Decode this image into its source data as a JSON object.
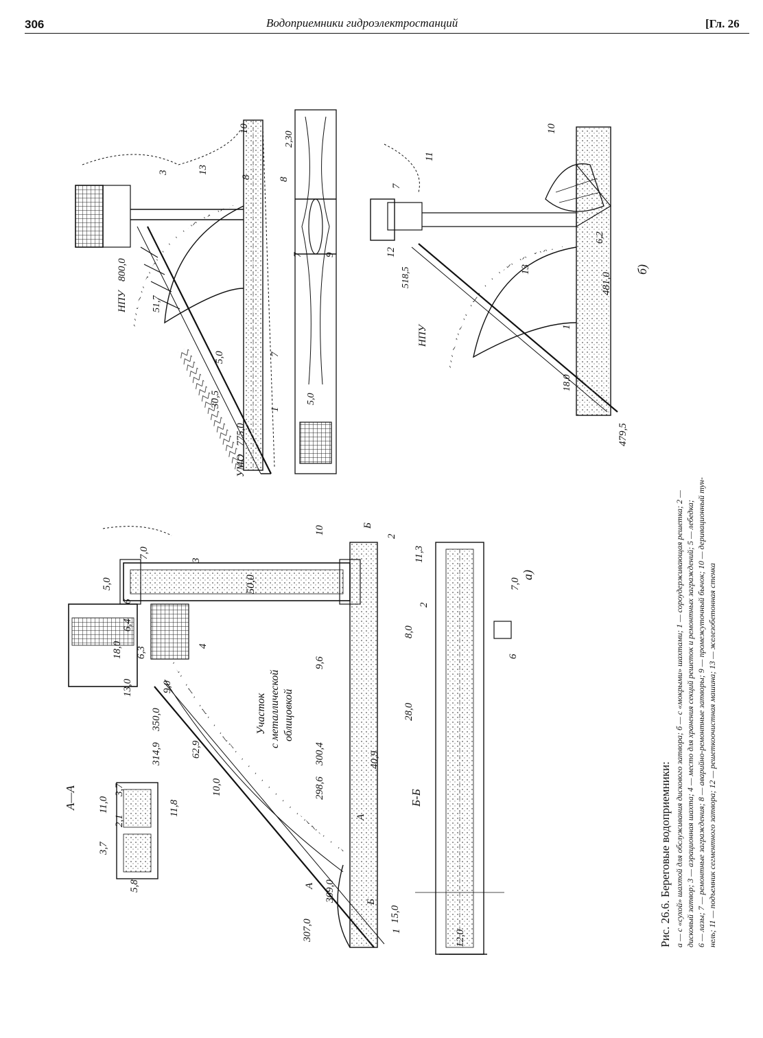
{
  "header": {
    "page_number": "306",
    "running_title": "Водоприемники гидроэлектростанций",
    "chapter": "[Гл. 26"
  },
  "caption": {
    "title": "Рис. 26.6. Береговые водоприемники:",
    "line1": "а — с «сухой» шахтой для обслуживания дискового затвора; б — с «мокрыми» шахтами; 1 — сороудерживающая решетка; 2 —",
    "line2": "дисковый затвор; 3 — аэрационная шахта; 4 — место для хранения секций решеток и ремонтных заграждений; 5 — лебедка;",
    "line3": "6 — лазы; 7 — ремонтные заграждения; 8 — аварийно-ремонтные затворы; 9 — промежуточный бычок; 10 — деривационный тун-",
    "line4": "нель; 11 — подъемник сегментного затвора; 12 — решеткоочистная машина; 13 — железобетонная стенка"
  },
  "labels_a": {
    "section_AA": "А—А",
    "d11_0": "11,0",
    "d3_7a": "3,7",
    "d2_1": "2,1",
    "d3_7b": "3,7",
    "d11_8": "11,8",
    "d5_8": "5,8",
    "e307": "307,0",
    "e309": "309,0",
    "e314": "314,9",
    "e350": "350,0",
    "d13": "13,0",
    "d18": "18,0",
    "d6_3": "6,3",
    "d6_4": "6,4",
    "d5_0": "5,0",
    "d7_0": "7,0",
    "n6": "6",
    "n4": "4",
    "n3": "3",
    "n1": "1",
    "n2": "2",
    "n10": "10",
    "b_top": "Б",
    "b_bot": "Б",
    "a_top": "А",
    "a_bot": "А",
    "d50": "50,0",
    "d90": "9,0",
    "d9_6": "9,6",
    "d62_9": "62,9",
    "d10": "10,0",
    "e298": "298,6",
    "e300": "300,4",
    "liner1": "Участок",
    "liner2": "с металлической",
    "liner3": "облицовкой",
    "section_BB": "Б-Б",
    "d40_9": "40,9",
    "d28": "28,0",
    "d15": "15,0",
    "d8": "8,0",
    "d11_3": "11,3",
    "d7_0b": "7,0",
    "d12": "12,0",
    "n2b": "2",
    "n6b": "6",
    "letter": "а)"
  },
  "labels_b": {
    "npu1": "НПУ",
    "e800": "800,0",
    "umo": "УМО",
    "e775": "775,0",
    "d30_5": "30,5",
    "d5_0": "5,0",
    "d51": "51,7",
    "n1": "1",
    "n7a": "7",
    "n3": "3",
    "n13": "13",
    "n8": "8",
    "n10": "10",
    "d2_30": "2,30",
    "d5_0b": "5,0",
    "n7b": "7",
    "n9": "9",
    "n8b": "8",
    "npu2": "НПУ",
    "e518": "518,5",
    "n12": "12",
    "n7c": "7",
    "n11": "11",
    "n13b": "13",
    "n1b": "1",
    "d18": "18,0",
    "e479": "479,5",
    "e481": "481,0",
    "d6_2": "6,2",
    "n10b": "10",
    "letter": "б)"
  }
}
